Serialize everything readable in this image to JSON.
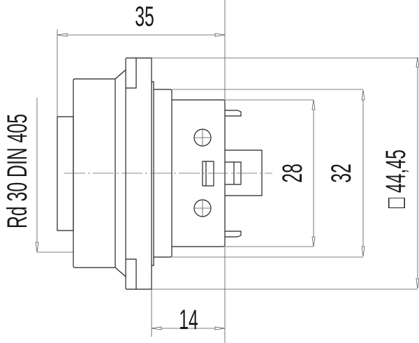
{
  "drawing": {
    "dimensions": {
      "overall_length": "35",
      "flange_depth": "14",
      "thread": "Rd 30 DIN 405",
      "inner_height": "28",
      "body_height": "32",
      "flange_square": "□ 44,45"
    }
  }
}
